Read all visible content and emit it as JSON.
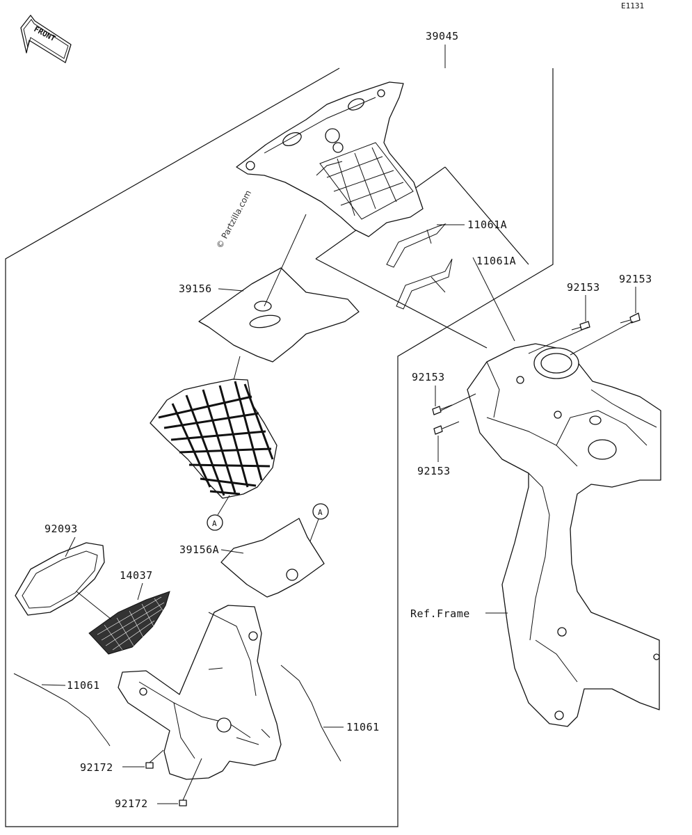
{
  "diagram": {
    "code": "E1131",
    "front_label": "FRONT",
    "watermark": "© Partzilla.com",
    "footnote_line1": "",
    "footnote_line2": "",
    "callouts": {
      "c39045": "39045",
      "c11061A_1": "11061A",
      "c11061A_2": "11061A",
      "c39156": "39156",
      "c92153_1": "92153",
      "c92153_2": "92153",
      "c92153_3": "92153",
      "c92153_4": "92153",
      "c92093": "92093",
      "c14037": "14037",
      "c39156A": "39156A",
      "c11061_1": "11061",
      "c11061_2": "11061",
      "c92172_1": "92172",
      "c92172_2": "92172",
      "ref_frame": "Ref.Frame",
      "ref_a_1": "A",
      "ref_a_2": "A"
    }
  }
}
